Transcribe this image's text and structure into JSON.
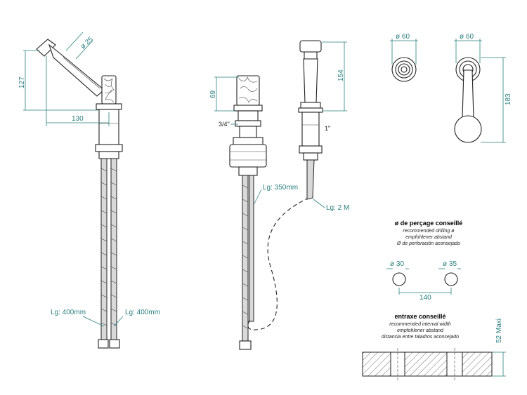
{
  "dimensions": {
    "mixer_height": "127",
    "hand_shower_diameter": "ø 25",
    "spout_reach": "130",
    "valve_height": "69",
    "valve_thread": "3/4\"",
    "shower_head_height": "154",
    "diverter_thread": "1\"",
    "escutcheon_top_diameter": "ø 60",
    "escutcheon_side_diameter": "ø 60",
    "handle_height": "183",
    "drill_small": "ø 30",
    "drill_large": "ø 35",
    "drill_spacing": "140",
    "max_thickness": "52 Maxi"
  },
  "labels": {
    "hose_left_a": "Lg: 400mm",
    "hose_left_b": "Lg: 400mm",
    "hose_center": "Lg: 350mm",
    "hose_right": "Lg: 2 M"
  },
  "drilling": {
    "title": "ø de perçage conseillé",
    "lines": [
      "recommended drilling ø",
      "empfohlener abstand",
      "Ø de perforación aconsejado"
    ]
  },
  "interval": {
    "title": "entraxe conseillé",
    "lines": [
      "recommended interval width",
      "empfohlener abstand",
      "distancia entre taladros aconsejado"
    ]
  }
}
